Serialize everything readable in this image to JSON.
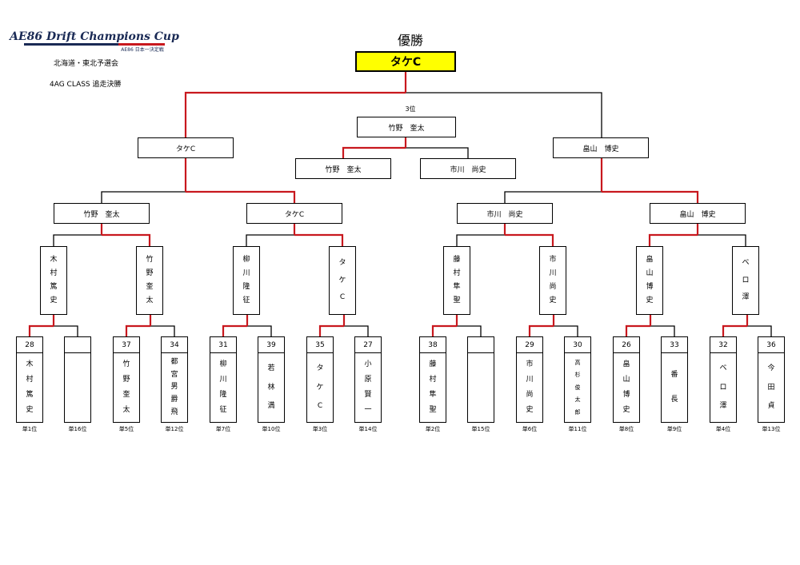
{
  "header": {
    "logo_text": "AE86 Drift Champions Cup",
    "logo_sub": "AE86 日本一決定戦",
    "region": "北海道・東北予選会",
    "class": "4AG CLASS 追走決勝",
    "title": "優勝",
    "third_label": "3位"
  },
  "colors": {
    "win": "#c8181e",
    "champion_bg": "#ffff00"
  },
  "champion": "タケC",
  "third_place": {
    "winner": "竹野　奎太",
    "left": "竹野　奎太",
    "right": "市川　尚史"
  },
  "semifinal": [
    "タケC",
    "畠山　博史"
  ],
  "quarterfinal": [
    "竹野　奎太",
    "タケC",
    "市川　尚史",
    "畠山　博史"
  ],
  "round2": [
    [
      "木",
      "村",
      "篤",
      "史"
    ],
    [
      "竹",
      "野",
      "奎",
      "太"
    ],
    [
      "柳",
      "川",
      "隆",
      "征"
    ],
    [
      "タ",
      "ケ",
      "C"
    ],
    [
      "藤",
      "村",
      "隼",
      "聖"
    ],
    [
      "市",
      "川",
      "尚",
      "史"
    ],
    [
      "畠",
      "山",
      "博",
      "史"
    ],
    [
      "ベ",
      "ロ",
      "澤"
    ]
  ],
  "entries": [
    {
      "num": "28",
      "name": [
        "木",
        "村",
        "篤",
        "史"
      ],
      "rank": "単1位"
    },
    {
      "num": "",
      "name": [],
      "rank": "単16位"
    },
    {
      "num": "37",
      "name": [
        "竹",
        "野",
        "奎",
        "太"
      ],
      "rank": "単5位"
    },
    {
      "num": "34",
      "name": [
        "都",
        "宮",
        "男",
        "爵",
        "飛"
      ],
      "rank": "単12位"
    },
    {
      "num": "31",
      "name": [
        "柳",
        "川",
        "隆",
        "征"
      ],
      "rank": "単7位"
    },
    {
      "num": "39",
      "name": [
        "若",
        "林",
        "満"
      ],
      "rank": "単10位"
    },
    {
      "num": "35",
      "name": [
        "タ",
        "ケ",
        "C"
      ],
      "rank": "単3位"
    },
    {
      "num": "27",
      "name": [
        "小",
        "原",
        "賢",
        "一"
      ],
      "rank": "単14位"
    },
    {
      "num": "38",
      "name": [
        "藤",
        "村",
        "隼",
        "聖"
      ],
      "rank": "単2位"
    },
    {
      "num": "",
      "name": [],
      "rank": "単15位"
    },
    {
      "num": "29",
      "name": [
        "市",
        "川",
        "尚",
        "史"
      ],
      "rank": "単6位"
    },
    {
      "num": "30",
      "name": [
        "高",
        "杉",
        "俊",
        "太",
        "郎"
      ],
      "rank": "単11位",
      "small": true
    },
    {
      "num": "26",
      "name": [
        "畠",
        "山",
        "博",
        "史"
      ],
      "rank": "単8位"
    },
    {
      "num": "33",
      "name": [
        "番",
        "長"
      ],
      "rank": "単9位"
    },
    {
      "num": "32",
      "name": [
        "ベ",
        "ロ",
        "澤"
      ],
      "rank": "単4位"
    },
    {
      "num": "36",
      "name": [
        "今",
        "田",
        "貞"
      ],
      "rank": "単13位"
    }
  ]
}
